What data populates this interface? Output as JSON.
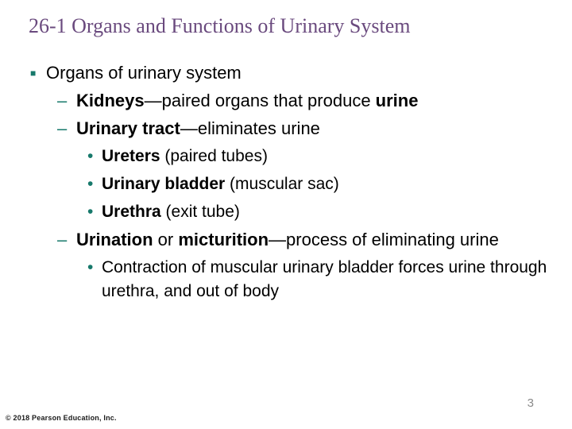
{
  "slide": {
    "title": "26-1 Organs and Functions of Urinary System",
    "footer": "© 2018 Pearson Education, Inc.",
    "page_number": "3",
    "colors": {
      "title_purple": "#6A4A7E",
      "bullet_teal": "#17796B",
      "body_text": "#000000",
      "page_number_gray": "#8A8A8A",
      "background": "#FFFFFF"
    },
    "bullets": [
      {
        "level": 1,
        "bullet": "■",
        "runs": [
          {
            "text": "Organs of urinary system",
            "bold": false
          }
        ]
      },
      {
        "level": 2,
        "bullet": "–",
        "runs": [
          {
            "text": "Kidneys",
            "bold": true
          },
          {
            "text": "—paired organs that produce ",
            "bold": false
          },
          {
            "text": "urine",
            "bold": true
          }
        ]
      },
      {
        "level": 2,
        "bullet": "–",
        "runs": [
          {
            "text": "Urinary tract",
            "bold": true
          },
          {
            "text": "—eliminates urine",
            "bold": false
          }
        ]
      },
      {
        "level": 3,
        "bullet": "•",
        "runs": [
          {
            "text": "Ureters",
            "bold": true
          },
          {
            "text": " (paired tubes)",
            "bold": false
          }
        ]
      },
      {
        "level": 3,
        "bullet": "•",
        "runs": [
          {
            "text": "Urinary bladder",
            "bold": true
          },
          {
            "text": " (muscular sac)",
            "bold": false
          }
        ]
      },
      {
        "level": 3,
        "bullet": "•",
        "runs": [
          {
            "text": "Urethra",
            "bold": true
          },
          {
            "text": " (exit tube)",
            "bold": false
          }
        ]
      },
      {
        "level": 2,
        "bullet": "–",
        "runs": [
          {
            "text": "Urination",
            "bold": true
          },
          {
            "text": " or ",
            "bold": false
          },
          {
            "text": "micturition",
            "bold": true
          },
          {
            "text": "—process of eliminating urine",
            "bold": false
          }
        ]
      },
      {
        "level": 3,
        "bullet": "•",
        "runs": [
          {
            "text": "Contraction of muscular urinary bladder forces urine through urethra, and out of body",
            "bold": false
          }
        ]
      }
    ]
  }
}
